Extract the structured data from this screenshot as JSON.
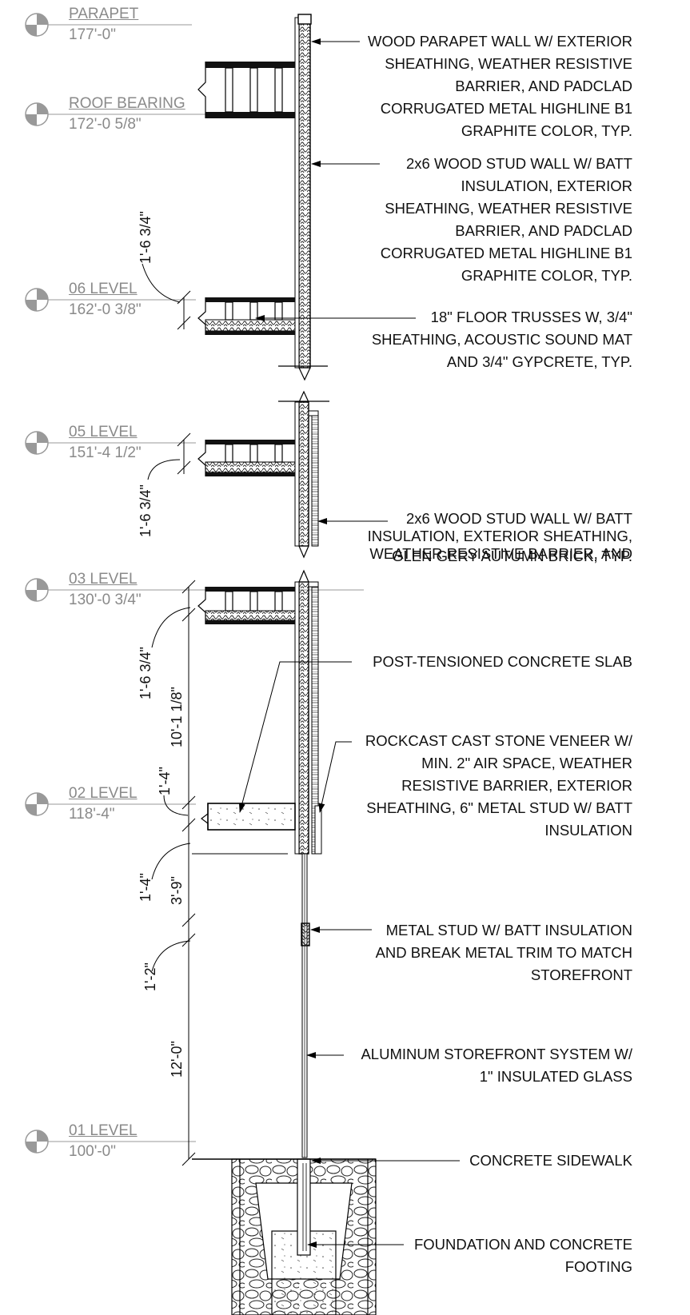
{
  "levels": [
    {
      "name": "PARAPET",
      "elevation": "177'-0\""
    },
    {
      "name": "ROOF BEARING",
      "elevation": "172'-0 5/8\""
    },
    {
      "name": "06 LEVEL",
      "elevation": "162'-0 3/8\""
    },
    {
      "name": "05 LEVEL",
      "elevation": "151'-4 1/2\""
    },
    {
      "name": "03 LEVEL",
      "elevation": "130'-0 3/4\""
    },
    {
      "name": "02 LEVEL",
      "elevation": "118'-4\""
    },
    {
      "name": "01 LEVEL",
      "elevation": "100'-0\""
    }
  ],
  "notes": [
    "WOOD PARAPET WALL W/ EXTERIOR\nSHEATHING, WEATHER RESISTIVE\nBARRIER, AND PADCLAD\nCORRUGATED METAL HIGHLINE B1\nGRAPHITE COLOR, TYP.",
    "2x6 WOOD STUD WALL W/ BATT\nINSULATION, EXTERIOR\nSHEATHING, WEATHER RESISTIVE\nBARRIER, AND PADCLAD\nCORRUGATED METAL HIGHLINE B1\nGRAPHITE COLOR, TYP.",
    "18\" FLOOR TRUSSES W, 3/4\"\nSHEATHING, ACOUSTIC SOUND MAT\nAND 3/4\" GYPCRETE, TYP.",
    "2x6 WOOD STUD WALL W/ BATT\nINSULATION, EXTERIOR SHEATHING,\nWEATHER RESISTIVE BARRIER, AND",
    "GLEN GERY AUTUMN BRICK, TYP.",
    "POST-TENSIONED CONCRETE SLAB",
    "ROCKCAST CAST STONE VENEER W/\nMIN. 2\" AIR SPACE, WEATHER\nRESISTIVE BARRIER, EXTERIOR\nSHEATHING, 6\" METAL STUD W/ BATT\nINSULATION",
    "METAL STUD W/ BATT INSULATION\nAND BREAK METAL TRIM TO MATCH\nSTOREFRONT",
    "ALUMINUM STOREFRONT SYSTEM W/\n1\" INSULATED GLASS",
    "CONCRETE SIDEWALK",
    "FOUNDATION AND CONCRETE\nFOOTING"
  ],
  "dimensions": [
    "1'-6 3/4\"",
    "1'-6 3/4\"",
    "1'-6 3/4\"",
    "10'-1 1/8\"",
    "1'-4\"",
    "1'-4\"",
    "3'-9\"",
    "1'-2\"",
    "12'-0\""
  ]
}
